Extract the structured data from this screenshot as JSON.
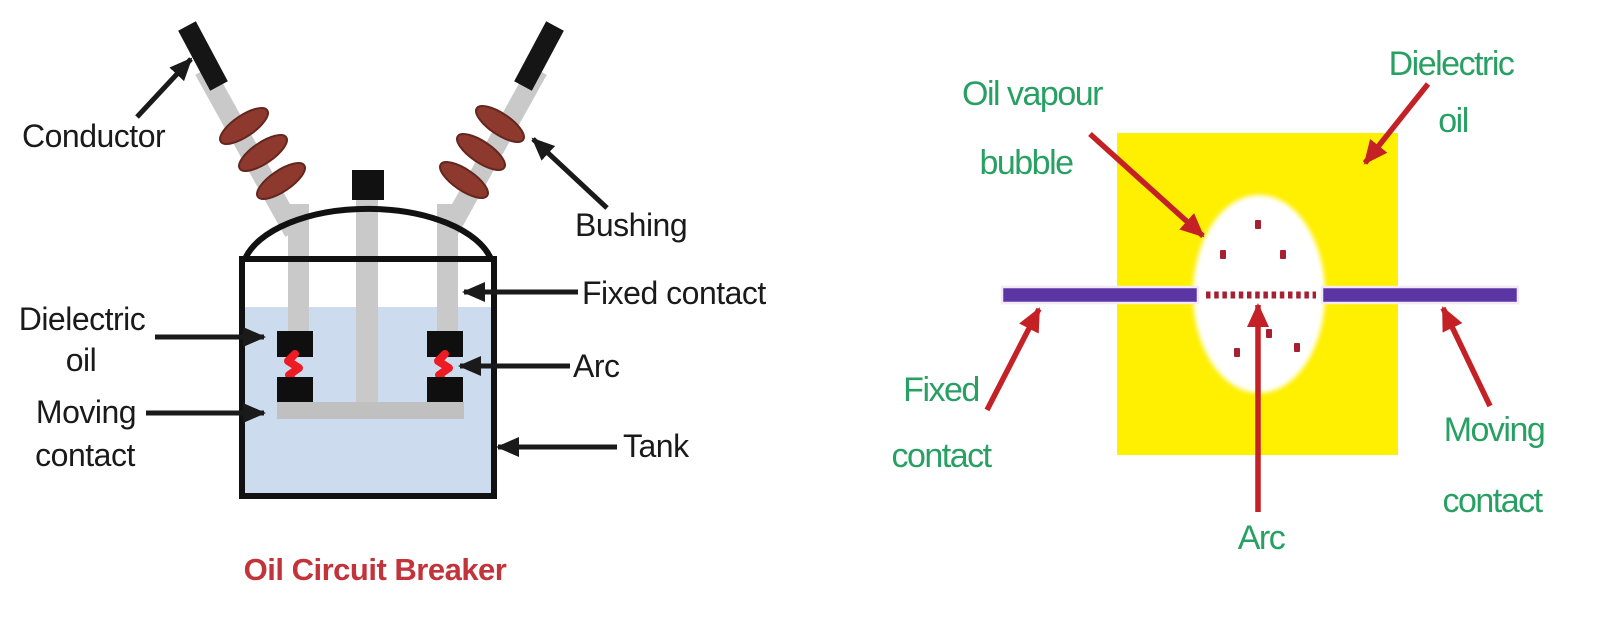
{
  "colors": {
    "diagram_black": "#1a1a1a",
    "title_red": "#c2333a",
    "label_green": "#28a063",
    "arrow_red": "#c42127",
    "contact_purple": "#5c35a5",
    "oil_yellow": "#ffef00",
    "oil_blue": "#ccdcee",
    "rod_gray": "#c9c9c9",
    "crossbar_gray": "#c0c0c0",
    "insulator_maroon": "#8e392e",
    "insulator_edge": "#63261d",
    "spark_red": "#ed1c24",
    "vapour_dot_red": "#a52030",
    "bar_halo": "#f2e8f8"
  },
  "left_diagram": {
    "title": "Oil Circuit Breaker",
    "labels": {
      "conductor": "Conductor",
      "bushing": "Bushing",
      "fixed_contact": "Fixed contact",
      "dielectric_line1": "Dielectric",
      "dielectric_line2": "oil",
      "moving_line1": "Moving",
      "moving_line2": "contact",
      "arc": "Arc",
      "tank": "Tank"
    }
  },
  "right_diagram": {
    "labels": {
      "oil_vapour_line1": "Oil vapour",
      "oil_vapour_line2": "bubble",
      "dielectric_line1": "Dielectric",
      "dielectric_line2": "oil",
      "fixed_line1": "Fixed",
      "fixed_line2": "contact",
      "moving_line1": "Moving",
      "moving_line2": "contact",
      "arc": "Arc"
    }
  }
}
